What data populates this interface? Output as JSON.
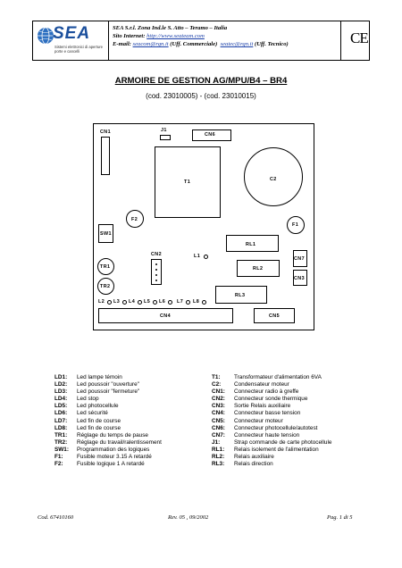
{
  "header": {
    "logo_text": "SEA",
    "logo_tagline": "Sistemi elettronici di aperture porte e cancelli",
    "company": "SEA S.r.l. Zona Ind.le S. Atto – Teramo – Italia",
    "site_label": "Sito Internet:",
    "site_url": "http://www.seateam.com",
    "email_label": "E-mail:",
    "email_commercial": "seacom@rgn.it",
    "email_commercial_note": "(Uff. Commerciale)",
    "email_technical": "seatec@rgn.it",
    "email_technical_note": "(Uff. Tecnico)",
    "ce_mark": "CE"
  },
  "title": "ARMOIRE DE GESTION AG/MPU/B4 – BR4",
  "codes": "(cod. 23010005) - (cod. 23010015)",
  "board": {
    "labels": {
      "cn1": "CN1",
      "j1": "J1",
      "cn6": "CN6",
      "t1": "T1",
      "c2": "C2",
      "f2": "F2",
      "f1": "F1",
      "sw1": "SW1",
      "rl1": "RL1",
      "cn2": "CN2",
      "l1": "L1",
      "cn7": "CN7",
      "tr1": "TR1",
      "rl2": "RL2",
      "cn3": "CN3",
      "tr2": "TR2",
      "rl3": "RL3",
      "l2": "L2",
      "l3": "L3",
      "l4": "L4",
      "l5": "L5",
      "l6": "L6",
      "l7": "L7",
      "l8": "L8",
      "cn4": "CN4",
      "cn5": "CN5"
    }
  },
  "legend_left": [
    {
      "key": "LD1:",
      "text": "Led lampe témoin"
    },
    {
      "key": "LD2:",
      "text": "Led poussoir \"ouverture\""
    },
    {
      "key": "LD3:",
      "text": "Led poussoir \"fermeture\""
    },
    {
      "key": "LD4:",
      "text": "Led stop"
    },
    {
      "key": "LD5:",
      "text": "Led photocellule"
    },
    {
      "key": "LD6:",
      "text": "Led sécurité"
    },
    {
      "key": "LD7:",
      "text": "Led fin de course"
    },
    {
      "key": "LD8:",
      "text": "Led fin de course"
    },
    {
      "key": "TR1:",
      "text": "Réglage du temps de pause"
    },
    {
      "key": "TR2:",
      "text": "Réglage du travail/ralentissement"
    },
    {
      "key": "SW1:",
      "text": "Programmation des logiques"
    },
    {
      "key": "F1:",
      "text": "Fusible moteur 3.15 A retardé"
    },
    {
      "key": "F2:",
      "text": "Fusible logique 1 A retardé"
    }
  ],
  "legend_right": [
    {
      "key": "T1:",
      "text": "Transformateur d'alimentation 6VA"
    },
    {
      "key": "C2:",
      "text": "Condensateur moteur"
    },
    {
      "key": "CN1:",
      "text": "Connecteur radio à greffe"
    },
    {
      "key": "CN2:",
      "text": "Connecteur sonde thermique"
    },
    {
      "key": "CN3:",
      "text": "Sortie Relais auxiliaire"
    },
    {
      "key": "CN4:",
      "text": "Connecteur basse tension"
    },
    {
      "key": "CN5:",
      "text": "Connecteur moteur"
    },
    {
      "key": "CN6:",
      "text": "Connecteur photocellule/autotest"
    },
    {
      "key": "CN7:",
      "text": "Connecteur haute tension"
    },
    {
      "key": "J1:",
      "text": "Strap commande de carte photocellule"
    },
    {
      "key": "RL1:",
      "text": "Relais isolement de l'alimentation"
    },
    {
      "key": "RL2:",
      "text": "Relais auxiliaire"
    },
    {
      "key": "RL3:",
      "text": "Relais direction"
    }
  ],
  "footer": {
    "code": "Cod. 67410160",
    "rev": "Rev. 05 ,  09/2002",
    "page": "Pag. 1  di  5"
  }
}
